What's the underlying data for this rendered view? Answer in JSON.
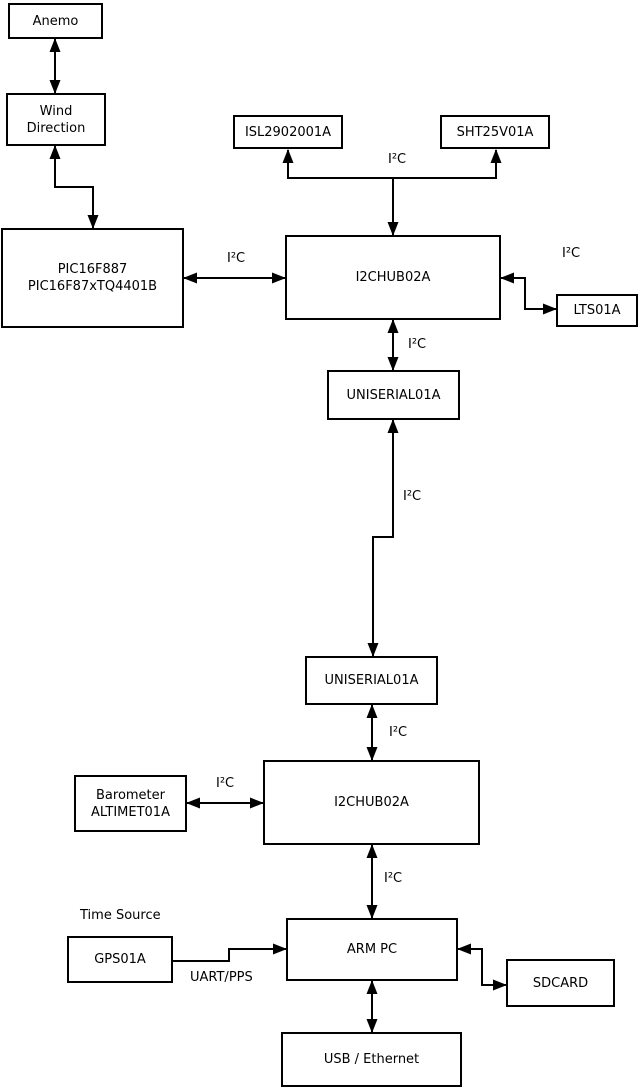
{
  "diagram": {
    "boxes": {
      "anemo": {
        "label": "Anemo"
      },
      "wind_direction": {
        "line1": "Wind",
        "line2": "Direction"
      },
      "pic": {
        "line1": "PIC16F887",
        "line2": "PIC16F87xTQ4401B"
      },
      "isl2902001a": {
        "label": "ISL2902001A"
      },
      "sht25v01a": {
        "label": "SHT25V01A"
      },
      "i2chub_top": {
        "label": "I2CHUB02A"
      },
      "lts01a": {
        "label": "LTS01A"
      },
      "uniserial_top": {
        "label": "UNISERIAL01A"
      },
      "uniserial_bottom": {
        "label": "UNISERIAL01A"
      },
      "i2chub_bottom": {
        "label": "I2CHUB02A"
      },
      "barometer": {
        "line1": "Barometer",
        "line2": "ALTIMET01A"
      },
      "gps01a": {
        "label": "GPS01A"
      },
      "arm_pc": {
        "label": "ARM PC"
      },
      "sdcard": {
        "label": "SDCARD"
      },
      "usb_ethernet": {
        "label": "USB / Ethernet"
      }
    },
    "edge_labels": {
      "i2c": "I²C",
      "time_source": "Time Source",
      "uart_pps": "UART/PPS"
    },
    "colors": {
      "background": "#ffffff",
      "box_fill": "#ffffff",
      "box_border": "#000000",
      "line": "#000000",
      "text": "#000000"
    }
  }
}
